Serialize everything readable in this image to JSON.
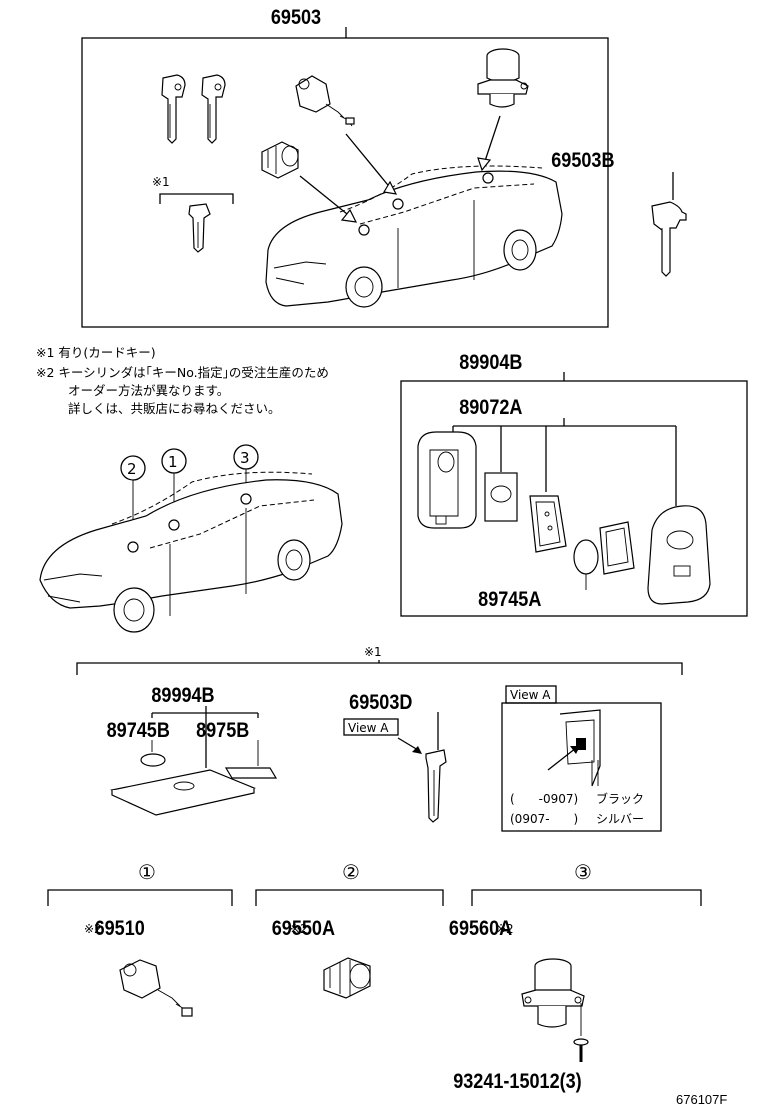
{
  "parts": {
    "main_set": "69503",
    "spare_key": "69503B",
    "smart_set": "89904B",
    "smart_key": "89072A",
    "battery_1": "89745A",
    "card_set": "89994B",
    "battery_2": "89745B",
    "card_part": "8975B",
    "card_key": "69503D",
    "cyl_1": "69510",
    "cyl_2": "69550A",
    "cyl_3": "69560A",
    "screw": "93241-15012(3)"
  },
  "marks": {
    "note1": "※1",
    "note2": "※2",
    "note1_small": "※1",
    "c1": "①",
    "c2": "②",
    "c3": "③"
  },
  "notes": {
    "line1": "※1 有り(カードキー)",
    "line2": "※2 キーシリンダは｢キーNo.指定｣の受注生産のため",
    "line3": "オーダー方法が異なります。",
    "line4": "詳しくは、共販店にお尋ねください。"
  },
  "view": {
    "label": "View A",
    "title": "View A",
    "row1_range": "(　　-0907)",
    "row1_color": "ブラック",
    "row2_range": "(0907-　　)",
    "row2_color": "シルバー"
  },
  "callouts": {
    "n1": "1",
    "n2": "2",
    "n3": "3"
  },
  "diagram_id": "676107F"
}
